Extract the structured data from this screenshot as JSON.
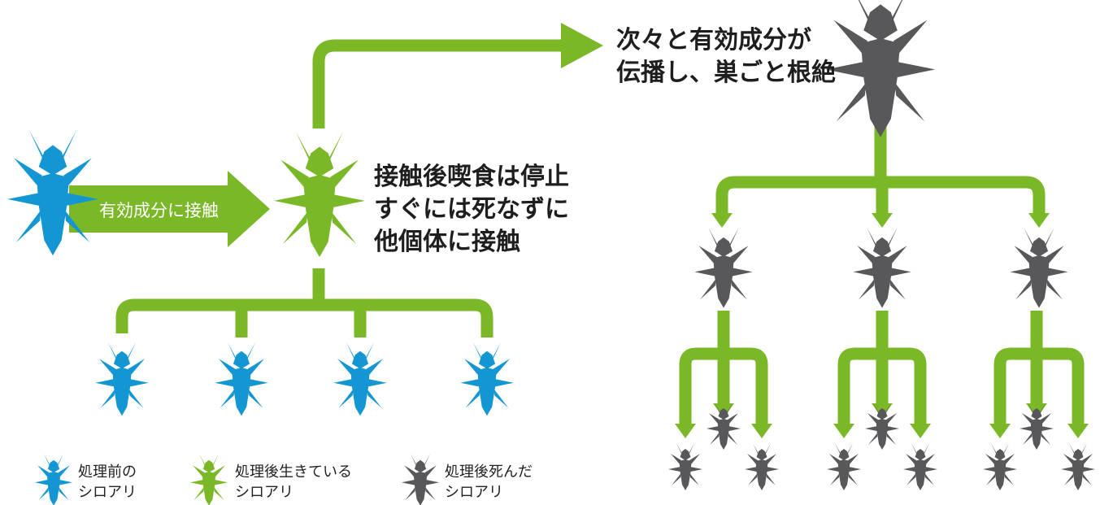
{
  "colors": {
    "untreated": "#1496d2",
    "alive": "#7ab828",
    "dead": "#58585a",
    "line": "#7ab828"
  },
  "labels": {
    "contact": "有効成分に接触",
    "after_contact": [
      "接触後喫食は停止",
      "すぐには死なずに",
      "他個体に接触"
    ],
    "spread": [
      "次々と有効成分が",
      "伝播し、巣ごと根絶"
    ]
  },
  "legend": [
    {
      "icon": "termite-icon",
      "color_key": "untreated",
      "lines": [
        "処理前の",
        "シロアリ"
      ]
    },
    {
      "icon": "termite-icon",
      "color_key": "alive",
      "lines": [
        "処理後生きている",
        "シロアリ"
      ]
    },
    {
      "icon": "termite-icon",
      "color_key": "dead",
      "lines": [
        "処理後死んだ",
        "シロアリ"
      ]
    }
  ]
}
